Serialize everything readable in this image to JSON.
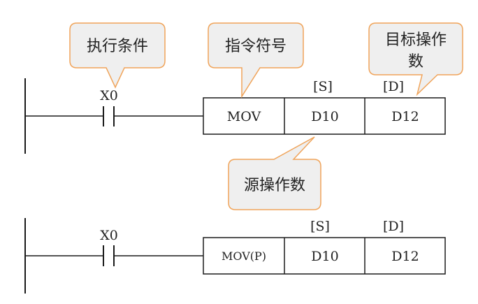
{
  "colors": {
    "line": "#1a1a1a",
    "callout_fill": "#efefef",
    "callout_border": "#f0a45a",
    "text": "#222222"
  },
  "callouts": {
    "condition": "执行条件",
    "opcode": "指令符号",
    "target_line1": "目标操作",
    "target_line2": "数",
    "source": "源操作数"
  },
  "rung1": {
    "contact": "X0",
    "s_label": "[S]",
    "d_label": "[D]",
    "cells": [
      "MOV",
      "D10",
      "D12"
    ]
  },
  "rung2": {
    "contact": "X0",
    "s_label": "[S]",
    "d_label": "[D]",
    "cells": [
      "MOV(P)",
      "D10",
      "D12"
    ]
  }
}
